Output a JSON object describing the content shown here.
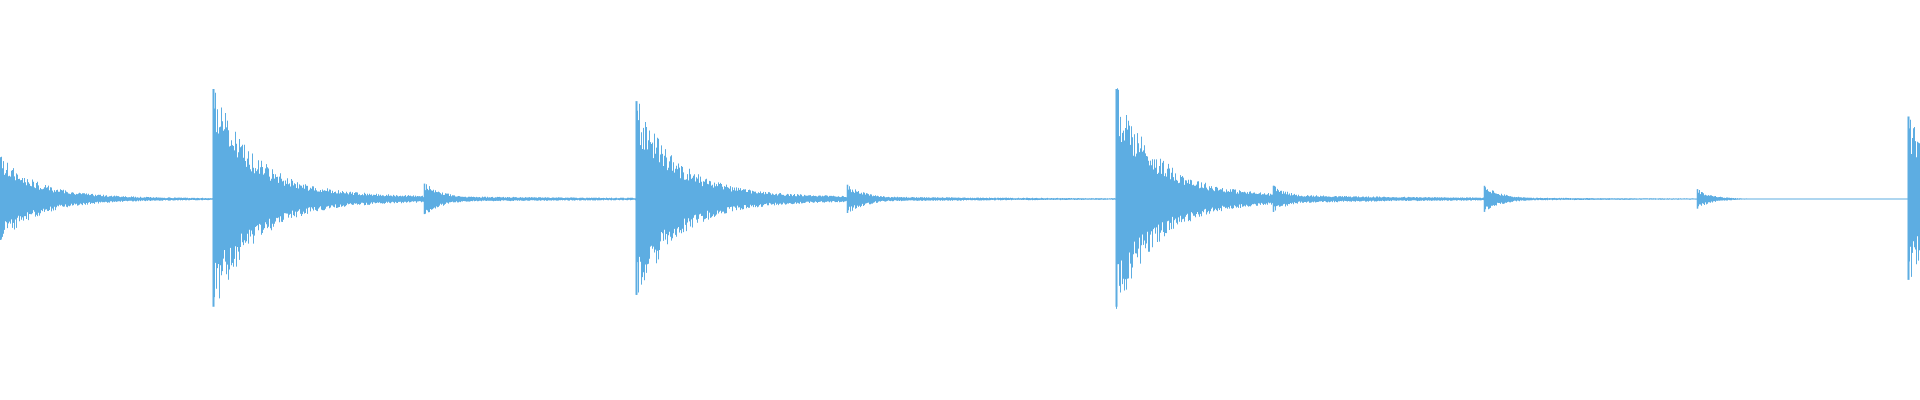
{
  "waveform": {
    "color": "#5dade2",
    "baseline_color": "#5dade2",
    "onsets": [
      {
        "time": 0.0,
        "amplitude": 0.38,
        "decay": 0.055,
        "kind": "strong"
      },
      {
        "time": 0.111,
        "amplitude": 1.0,
        "decay": 0.06,
        "kind": "strong"
      },
      {
        "time": 0.221,
        "amplitude": 0.14,
        "decay": 0.03,
        "kind": "weak"
      },
      {
        "time": 0.331,
        "amplitude": 0.89,
        "decay": 0.06,
        "kind": "strong"
      },
      {
        "time": 0.441,
        "amplitude": 0.13,
        "decay": 0.03,
        "kind": "weak"
      },
      {
        "time": 0.581,
        "amplitude": 1.0,
        "decay": 0.06,
        "kind": "strong"
      },
      {
        "time": 0.663,
        "amplitude": 0.12,
        "decay": 0.03,
        "kind": "weak"
      },
      {
        "time": 0.773,
        "amplitude": 0.12,
        "decay": 0.025,
        "kind": "weak"
      },
      {
        "time": 0.884,
        "amplitude": 0.09,
        "decay": 0.02,
        "kind": "weak"
      },
      {
        "time": 0.994,
        "amplitude": 0.75,
        "decay": 0.04,
        "kind": "strong"
      }
    ],
    "peak_amplitude": 0.56,
    "baseline_level": 0.0
  }
}
